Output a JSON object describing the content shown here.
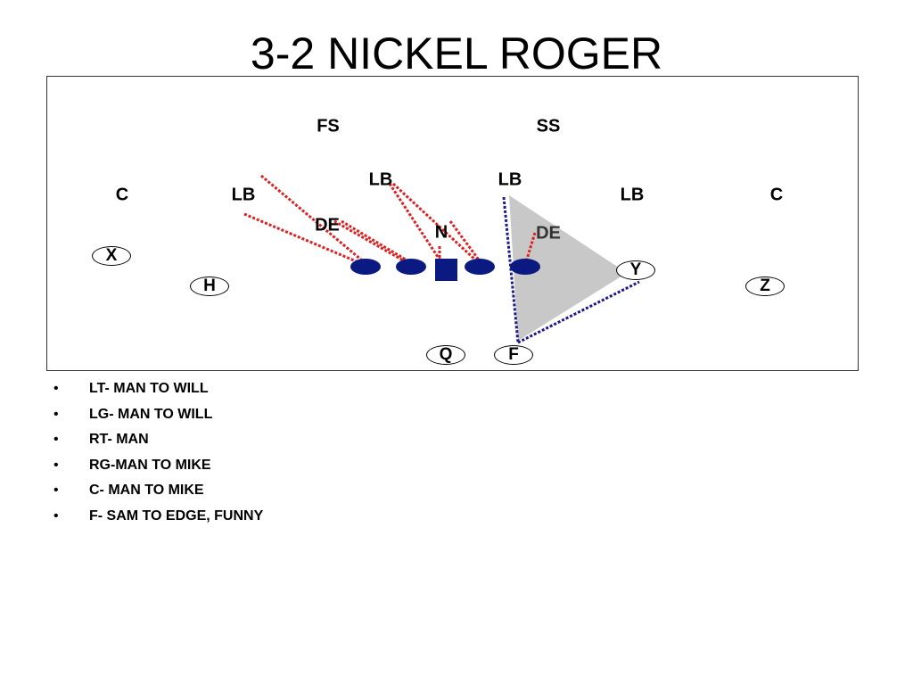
{
  "title": "3-2 NICKEL ROGER",
  "defense": {
    "fs": "FS",
    "ss": "SS",
    "lb_left_inner": "LB",
    "lb_right_inner": "LB",
    "c_left": "C",
    "lb_left_outer": "LB",
    "lb_right_outer": "LB",
    "c_right": "C",
    "de_left": "DE",
    "nose": "N",
    "de_right": "DE"
  },
  "offense": {
    "x": "X",
    "h": "H",
    "y": "Y",
    "z": "Z",
    "q": "Q",
    "f": "F"
  },
  "colors": {
    "lineman": "#0b1a80",
    "block_line": "#e02020",
    "route_line": "#1a1a8c",
    "zone_fill": "#c8c8c8"
  },
  "notes": [
    "LT- MAN TO WILL",
    "LG- MAN TO WILL",
    "RT- MAN",
    "RG-MAN TO MIKE",
    "C- MAN TO MIKE",
    "F- SAM TO EDGE, FUNNY"
  ],
  "bullet": "•"
}
